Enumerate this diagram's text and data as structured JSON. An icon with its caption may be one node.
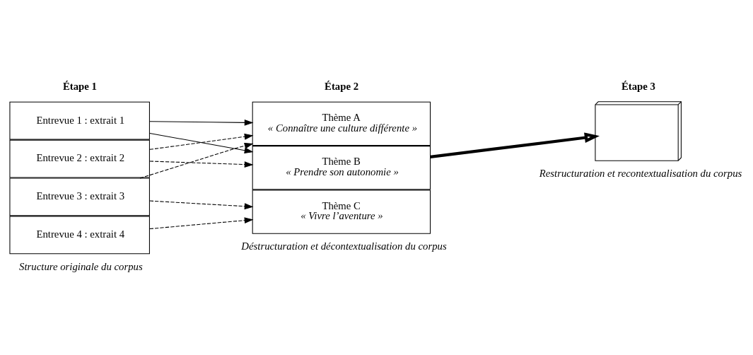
{
  "diagram": {
    "nodes": [
      {
        "text": [
          "Entrevue 1 : extrait 1"
        ]
      },
      {
        "text": [
          "Entrevue 2 : extrait 2"
        ]
      },
      {
        "text": [
          "Entrevue 3 : extrait 3"
        ]
      },
      {
        "text": [
          "Entrevue 4 : extrait 4"
        ]
      },
      {
        "text": [
          "Thème A",
          "« Connaître une culture différente »"
        ]
      },
      {
        "text": [
          "Thème B",
          "« Prendre son autonomie »"
        ]
      },
      {
        "text": [
          "Thème C",
          "« Vivre l’aventure »"
        ]
      },
      {
        "text": [],
        "shape": "box"
      }
    ],
    "edges": [
      {
        "from": 0,
        "to": 4,
        "arrow": "to"
      },
      {
        "from": 0,
        "to": 5,
        "arrow": "to"
      },
      {
        "from": 1,
        "to": 4,
        "arrow": "to",
        "style": "dashed"
      },
      {
        "from": 1,
        "to": 5,
        "arrow": "to",
        "style": "dashed"
      },
      {
        "from": 2,
        "to": 4,
        "arrow": "to",
        "style": "dashed"
      },
      {
        "from": 2,
        "to": 6,
        "arrow": "to",
        "style": "dashed"
      },
      {
        "from": 3,
        "to": 6,
        "arrow": "to",
        "style": "dashed"
      },
      {
        "from": 5,
        "to": 7,
        "arrow": "to",
        "style": "thick"
      }
    ],
    "labels": [
      "Étape 1",
      "Étape 2",
      "Étape 3",
      "Structure originale du corpus",
      "Déstructuration et décontextualisation du corpus",
      "Restructuration et recontextualisation du corpus"
    ]
  }
}
